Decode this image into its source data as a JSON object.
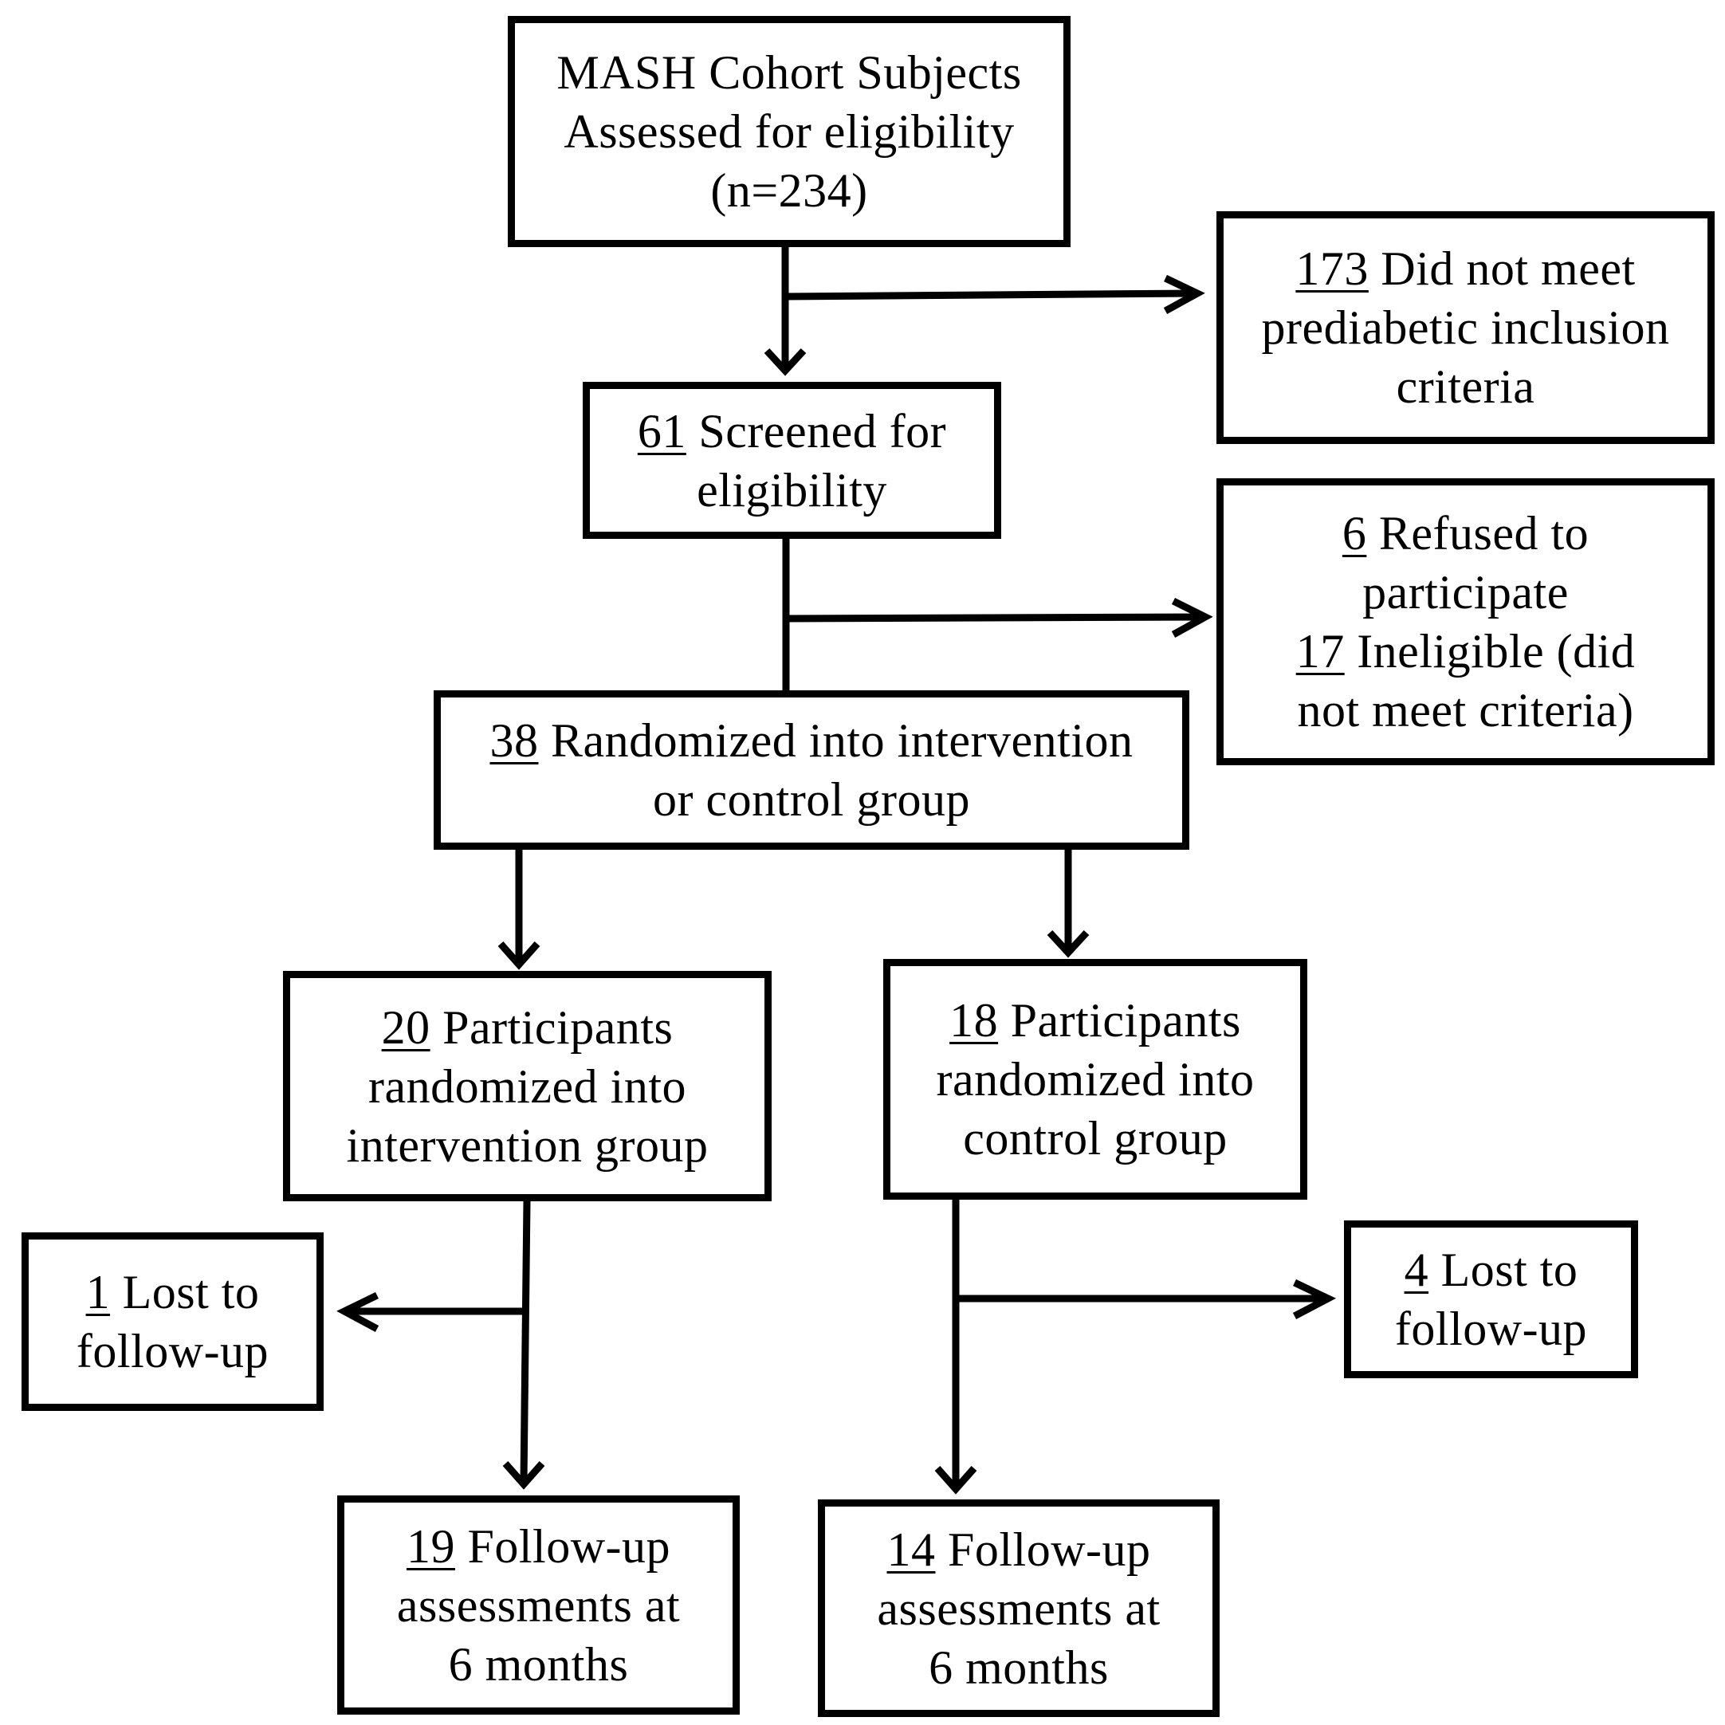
{
  "boxes": {
    "start": {
      "lines": [
        "MASH Cohort Subjects",
        "Assessed for eligibility",
        "(n=234)"
      ]
    },
    "excluded_prediabetic": {
      "n": "173",
      "line1": " Did not meet",
      "lines": [
        "prediabetic inclusion",
        "criteria"
      ]
    },
    "screened": {
      "n": "61",
      "line1": " Screened for",
      "lines": [
        "eligibility"
      ]
    },
    "excluded_screening": {
      "n_refused": "6",
      "refused_line1": " Refused to",
      "refused_line2": "participate",
      "n_ineligible": "17",
      "ineligible_line1": " Ineligible (did",
      "ineligible_line2": "not meet criteria)"
    },
    "randomized": {
      "n": "38",
      "line1": " Randomized into intervention",
      "lines": [
        "or control group"
      ]
    },
    "intervention": {
      "n": "20",
      "line1": " Participants",
      "lines": [
        "randomized into",
        "intervention group"
      ]
    },
    "control": {
      "n": "18",
      "line1": " Participants",
      "lines": [
        "randomized into",
        "control group"
      ]
    },
    "lost_intervention": {
      "n": "1",
      "line1": " Lost to",
      "lines": [
        "follow-up"
      ]
    },
    "lost_control": {
      "n": "4",
      "line1": " Lost to",
      "lines": [
        "follow-up"
      ]
    },
    "followup_intervention": {
      "n": "19",
      "line1": " Follow-up",
      "lines": [
        "assessments at",
        "6 months"
      ]
    },
    "followup_control": {
      "n": "14",
      "line1": " Follow-up",
      "lines": [
        "assessments at",
        "6 months"
      ]
    }
  }
}
